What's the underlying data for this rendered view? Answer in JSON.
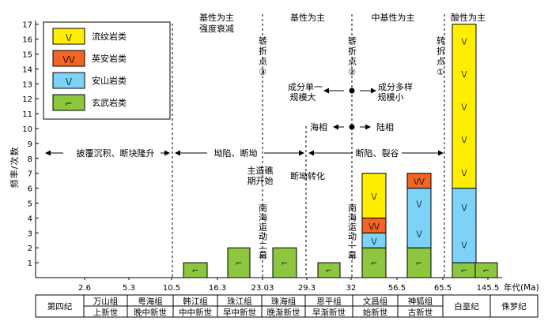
{
  "chart_data": {
    "type": "bar",
    "stacked": true,
    "ylabel": "频率/次数",
    "xlabel": "年代(Ma)",
    "ylim": [
      0,
      17
    ],
    "yticks": [
      1,
      2,
      3,
      4,
      5,
      6,
      7,
      8,
      9,
      10,
      11,
      12,
      13,
      14,
      15,
      16,
      17
    ],
    "x_tick_labels": [
      "2.6",
      "5.3",
      "10.5",
      "16.3",
      "23.03",
      "29.3",
      "32",
      "56.5",
      "65.5",
      "145.5"
    ],
    "legend": {
      "placement": "top-left",
      "items": [
        {
          "key": "rhyolite",
          "label": "流纹岩类",
          "color": "#ffee00",
          "symbol": "\\/"
        },
        {
          "key": "dacite",
          "label": "英安岩类",
          "color": "#f26522",
          "symbol": "\\/\\/"
        },
        {
          "key": "andesite",
          "label": "安山岩类",
          "color": "#7dd3f7",
          "symbol": "\\/"
        },
        {
          "key": "basalt",
          "label": "玄武岩类",
          "color": "#8dc63f",
          "symbol": "⌐"
        }
      ]
    },
    "series": [
      {
        "name": "玄武岩类",
        "values": [
          1,
          2,
          2,
          1,
          2,
          2,
          1,
          1
        ]
      },
      {
        "name": "安山岩类",
        "values": [
          0,
          0,
          0,
          0,
          1,
          4,
          5,
          0
        ]
      },
      {
        "name": "英安岩类",
        "values": [
          0,
          0,
          0,
          0,
          1,
          1,
          0,
          0
        ]
      },
      {
        "name": "流纹岩类",
        "values": [
          0,
          0,
          0,
          0,
          3,
          0,
          11,
          0
        ]
      }
    ],
    "bar_periods": [
      "韩江组 中中新世",
      "珠江组 早中新世",
      "珠海组 晚渐新世",
      "恩平组 早渐新世",
      "文昌组 始新世",
      "神狐组 古新世",
      "白垩纪",
      "侏罗纪"
    ],
    "stratigraphy": [
      {
        "top": "第四纪",
        "bottom": ""
      },
      {
        "top": "万山组",
        "bottom": "上新世"
      },
      {
        "top": "粤海组",
        "bottom": "晚中新世"
      },
      {
        "top": "韩江组",
        "bottom": "中中新世"
      },
      {
        "top": "珠江组",
        "bottom": "早中新世"
      },
      {
        "top": "珠海组",
        "bottom": "晚渐新世"
      },
      {
        "top": "恩平组",
        "bottom": "早渐新世"
      },
      {
        "top": "文昌组",
        "bottom": "始新世"
      },
      {
        "top": "神狐组",
        "bottom": "古新世"
      },
      {
        "top": "白垩纪",
        "bottom": ""
      },
      {
        "top": "侏罗纪",
        "bottom": ""
      }
    ],
    "annotations": {
      "zone_titles": [
        "基性为主",
        "强度衰减",
        "基性为主",
        "中基性为主",
        "酸性为主"
      ],
      "turning_points": [
        "转折点③",
        "转折点②",
        "转折点①"
      ],
      "tectonic_arrows": [
        "披覆沉积、断块隆升",
        "坳陷、断坳",
        "断陷、裂谷"
      ],
      "character": [
        "成分单一",
        "规模大",
        "成分多样",
        "规模小",
        "海相",
        "陆相"
      ],
      "episodes": [
        "主造礁期开始",
        "断坳转化",
        "南海运动二幕",
        "南海运动一幕"
      ]
    }
  }
}
